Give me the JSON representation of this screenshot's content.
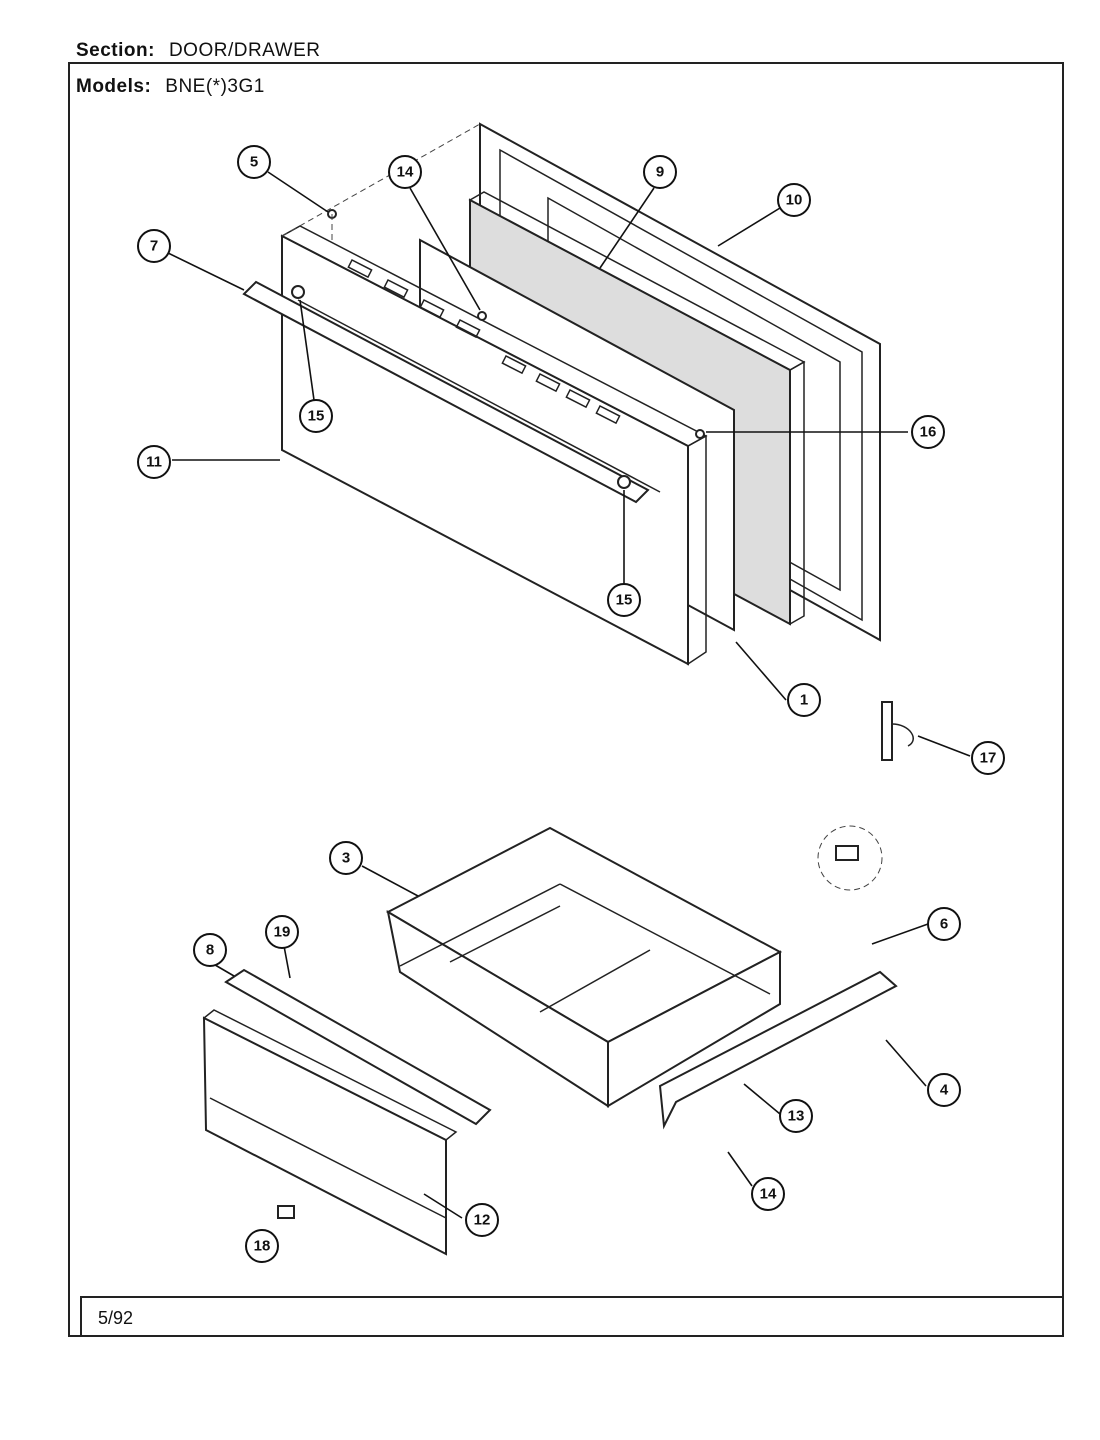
{
  "header": {
    "section_label": "Section:",
    "section_value": "DOOR/DRAWER",
    "models_label": "Models:",
    "models_value": "BNE(*)3G1"
  },
  "footer": {
    "date": "5/92"
  },
  "callouts": [
    {
      "id": "5",
      "label": "5"
    },
    {
      "id": "14a",
      "label": "14"
    },
    {
      "id": "9",
      "label": "9"
    },
    {
      "id": "10",
      "label": "10"
    },
    {
      "id": "7",
      "label": "7"
    },
    {
      "id": "15a",
      "label": "15"
    },
    {
      "id": "16",
      "label": "16"
    },
    {
      "id": "11",
      "label": "11"
    },
    {
      "id": "15b",
      "label": "15"
    },
    {
      "id": "1",
      "label": "1"
    },
    {
      "id": "17",
      "label": "17"
    },
    {
      "id": "3",
      "label": "3"
    },
    {
      "id": "6",
      "label": "6"
    },
    {
      "id": "8",
      "label": "8"
    },
    {
      "id": "19",
      "label": "19"
    },
    {
      "id": "4",
      "label": "4"
    },
    {
      "id": "13",
      "label": "13"
    },
    {
      "id": "14b",
      "label": "14"
    },
    {
      "id": "12",
      "label": "12"
    },
    {
      "id": "18",
      "label": "18"
    }
  ]
}
